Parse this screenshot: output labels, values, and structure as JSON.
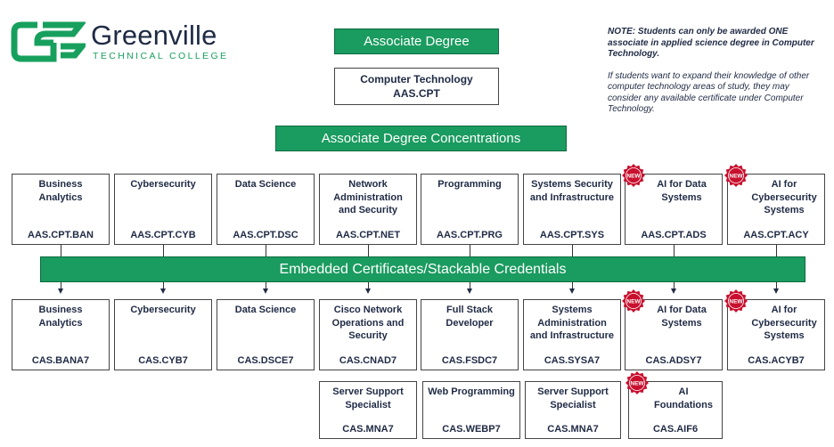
{
  "logo": {
    "name": "Greenville",
    "subtitle": "TECHNICAL COLLEGE"
  },
  "header": {
    "associate_degree": "Associate Degree",
    "concentrations": "Associate Degree Concentrations",
    "embedded": "Embedded Certificates/Stackable Credentials"
  },
  "degree": {
    "name": "Computer Technology",
    "code": "AAS.CPT"
  },
  "note": {
    "main": "NOTE: Students can only be awarded ONE associate in applied science degree in Computer Technology.",
    "secondary": "If students want to expand their knowledge of other computer technology areas of study, they may consider any available certificate under Computer Technology."
  },
  "badge_text": "NEW",
  "colors": {
    "green": "#1a9b5f",
    "navy": "#1f2a44",
    "badge_red": "#c8102e"
  },
  "concentrations": [
    {
      "name": "Business Analytics",
      "code": "AAS.CPT.BAN",
      "new": false
    },
    {
      "name": "Cybersecurity",
      "code": "AAS.CPT.CYB",
      "new": false
    },
    {
      "name": "Data Science",
      "code": "AAS.CPT.DSC",
      "new": false
    },
    {
      "name": "Network Administration and Security",
      "code": "AAS.CPT.NET",
      "new": false
    },
    {
      "name": "Programming",
      "code": "AAS.CPT.PRG",
      "new": false
    },
    {
      "name": "Systems Security and Infrastructure",
      "code": "AAS.CPT.SYS",
      "new": false
    },
    {
      "name": "AI for Data Systems",
      "code": "AAS.CPT.ADS",
      "new": true
    },
    {
      "name": "AI for Cybersecurity Systems",
      "code": "AAS.CPT.ACY",
      "new": true
    }
  ],
  "certificates": [
    {
      "name": "Business Analytics",
      "code": "CAS.BANA7",
      "new": false
    },
    {
      "name": "Cybersecurity",
      "code": "CAS.CYB7",
      "new": false
    },
    {
      "name": "Data Science",
      "code": "CAS.DSCE7",
      "new": false
    },
    {
      "name": "Cisco Network Operations and Security",
      "code": "CAS.CNAD7",
      "new": false
    },
    {
      "name": "Full Stack Developer",
      "code": "CAS.FSDC7",
      "new": false
    },
    {
      "name": "Systems Administration and Infrastructure",
      "code": "CAS.SYSA7",
      "new": false
    },
    {
      "name": "AI for Data Systems",
      "code": "CAS.ADSY7",
      "new": true
    },
    {
      "name": "AI for Cybersecurity Systems",
      "code": "CAS.ACYB7",
      "new": true
    }
  ],
  "extra_certificates": [
    {
      "name": "Server Support Specialist",
      "code": "CAS.MNA7",
      "new": false
    },
    {
      "name": "Web Programming",
      "code": "CAS.WEBP7",
      "new": false
    },
    {
      "name": "Server Support Specialist",
      "code": "CAS.MNA7",
      "new": false
    },
    {
      "name": "AI Foundations",
      "code": "CAS.AIF6",
      "new": true
    }
  ]
}
